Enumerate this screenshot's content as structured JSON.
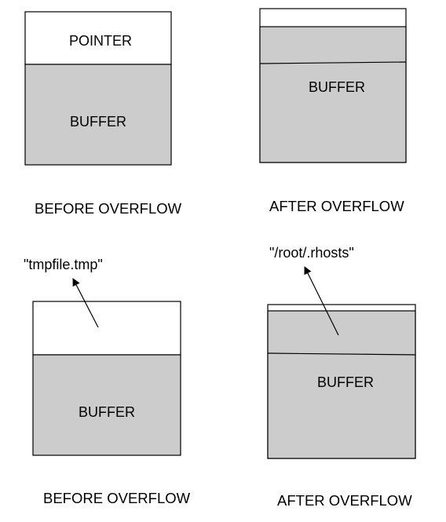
{
  "colors": {
    "buffer_fill": "#cccccc",
    "pointer_fill": "#ffffff",
    "outline": "#000000",
    "background": "#ffffff"
  },
  "panels": {
    "top_left": {
      "pointer_label": "POINTER",
      "buffer_label": "BUFFER",
      "caption": "BEFORE OVERFLOW"
    },
    "top_right": {
      "buffer_label": "BUFFER",
      "caption": "AFTER OVERFLOW"
    },
    "bottom_left": {
      "pointer_target": "\"tmpfile.tmp\"",
      "buffer_label": "BUFFER",
      "caption": "BEFORE OVERFLOW"
    },
    "bottom_right": {
      "pointer_target": "\"/root/.rhosts\"",
      "buffer_label": "BUFFER",
      "caption": "AFTER OVERFLOW"
    }
  }
}
